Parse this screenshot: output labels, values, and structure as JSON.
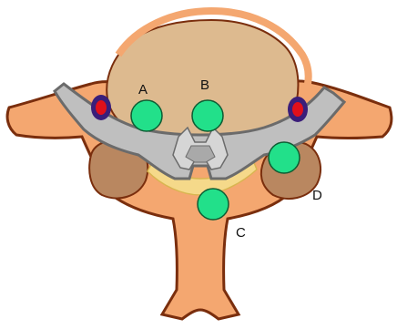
{
  "figure": {
    "labels": {
      "a": "A",
      "b": "B",
      "c": "C",
      "d": "D"
    }
  },
  "colors": {
    "bone_fill": "#f4a770",
    "bone_stroke": "#7a2e0d",
    "vertebral_body": "#ddba8f",
    "facet": "#b98760",
    "dura_gray": "#bfbfbf",
    "dura_outline": "#6b6b6b",
    "ligament_yellow": "#f5d98a",
    "marker_green": "#22e08a",
    "marker_outline": "#0d5c33",
    "artery_red": "#e0101a",
    "artery_ring": "#3a1e7a"
  }
}
